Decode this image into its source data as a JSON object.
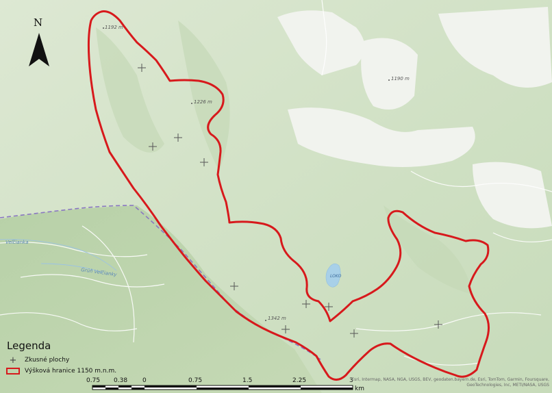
{
  "north_arrow": {
    "label": "N",
    "icon": "north-arrow-icon"
  },
  "spot_heights": [
    "1192 m",
    "1226 m",
    "1190 m",
    "1342 m"
  ],
  "river_labels": [
    "Veľčianka",
    "Grúň Veľčianky"
  ],
  "lake_label": "LOKO",
  "legend": {
    "title": "Legenda",
    "items": [
      {
        "label": "Zkusné plochy",
        "symbol": "cross-icon"
      },
      {
        "label": "Výšková hranice 1150 m.n.m.",
        "symbol": "red-outline-box",
        "color": "#d7191c"
      }
    ]
  },
  "attribution": {
    "line1": "Esri, Intermap, NASA, NGA, USGS, BEV, geodaten.bayern.de, Esri, TomTom, Garmin, Foursquare,",
    "line2": "GeoTechnologies, Inc, METI/NASA, USGS"
  },
  "scale_bar": {
    "ticks": [
      "0.75",
      "0.38",
      "0",
      "0.75",
      "1.5",
      "2.25",
      "3"
    ],
    "unit": "km"
  },
  "colors": {
    "boundary": "#d7191c",
    "forest": "#cfe0c3",
    "open_land": "#f2f4ef",
    "water": "#a8d0e8",
    "border_dashed": "#8a77c2"
  }
}
